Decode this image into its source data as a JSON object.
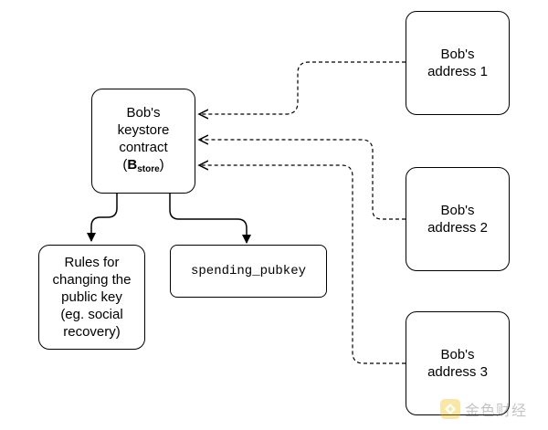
{
  "keystore": {
    "line1": "Bob's",
    "line2": "keystore",
    "line3": "contract",
    "symbol_open": "(",
    "symbol_main": "B",
    "symbol_sub": "store",
    "symbol_close": ")"
  },
  "rules": {
    "lines": [
      "Rules for",
      "changing the",
      "public key",
      "(eg. social",
      "recovery)"
    ]
  },
  "pubkey": {
    "label": "spending_pubkey"
  },
  "addresses": [
    {
      "line1": "Bob's",
      "line2": "address 1"
    },
    {
      "line1": "Bob's",
      "line2": "address 2"
    },
    {
      "line1": "Bob's",
      "line2": "address 3"
    }
  ],
  "watermark": {
    "text": "金色财经"
  },
  "colors": {
    "stroke": "#000000",
    "watermark_logo": "#f0b90b"
  }
}
